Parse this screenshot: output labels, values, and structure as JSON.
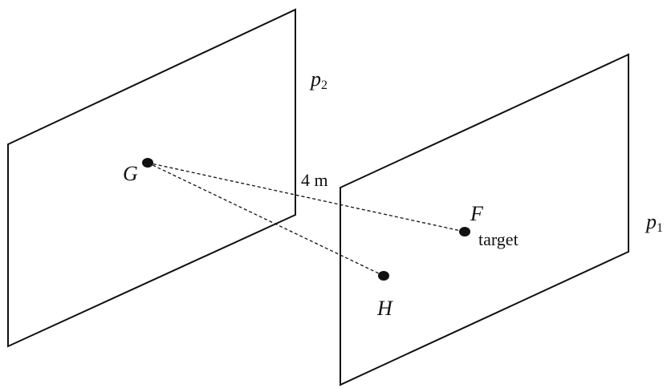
{
  "labels": {
    "plane_p2": {
      "main": "p",
      "sub": "2"
    },
    "plane_p1": {
      "main": "p",
      "sub": "1"
    },
    "point_g": "G",
    "point_f": "F",
    "point_h": "H",
    "target": "target",
    "distance": "4 m"
  },
  "colors": {
    "ink": "#111111",
    "background": "#ffffff"
  }
}
